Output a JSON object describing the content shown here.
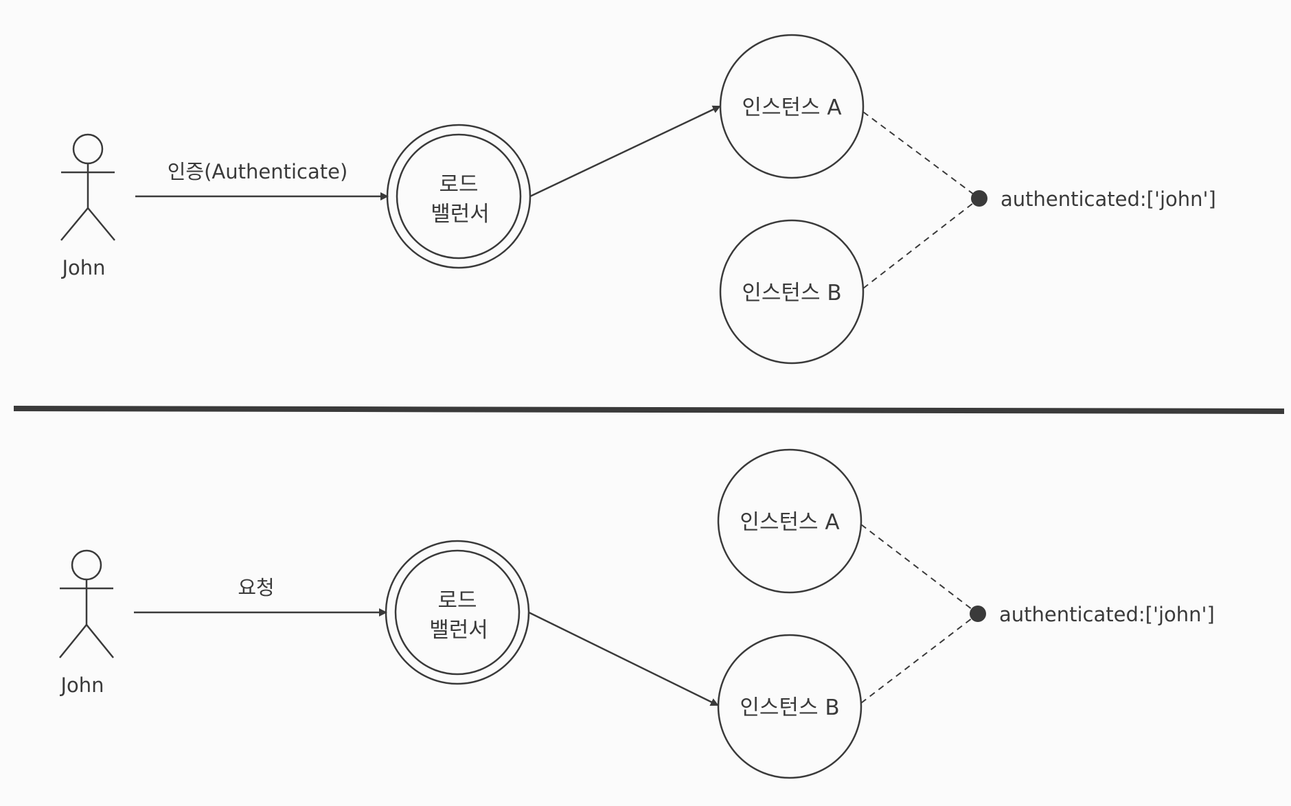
{
  "top": {
    "actor_name": "John",
    "edge_label": "인증(Authenticate)",
    "lb_line1": "로드",
    "lb_line2": "밸런서",
    "instance_a": "인스턴스 A",
    "instance_b": "인스턴스 B",
    "session_store": "authenticated:['john']",
    "routed_to": "인스턴스 A"
  },
  "bottom": {
    "actor_name": "John",
    "edge_label": "요청",
    "lb_line1": "로드",
    "lb_line2": "밸런서",
    "instance_a": "인스턴스 A",
    "instance_b": "인스턴스 B",
    "session_store": "authenticated:['john']",
    "routed_to": "인스턴스 B"
  },
  "colors": {
    "ink": "#3a3a3a",
    "background": "#fbfbfb"
  }
}
